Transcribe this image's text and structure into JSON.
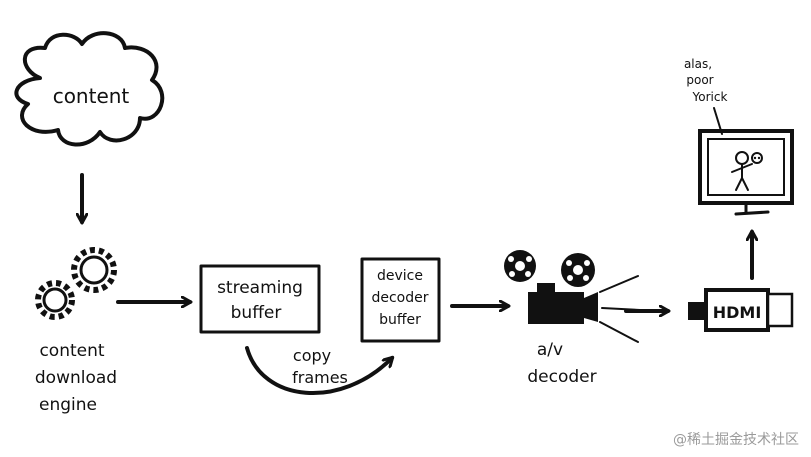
{
  "nodes": {
    "content": "content",
    "engine": [
      "content",
      "download",
      "engine"
    ],
    "streaming_buffer": [
      "streaming",
      "buffer"
    ],
    "device_buffer": [
      "device",
      "decoder",
      "buffer"
    ],
    "decoder": [
      "a/v",
      "decoder"
    ],
    "hdmi": "HDMI",
    "tv_caption": [
      "alas,",
      "poor",
      "Yorick"
    ]
  },
  "edges": {
    "copy_frames": [
      "copy",
      "frames"
    ]
  },
  "watermark": "@稀土掘金技术社区",
  "colors": {
    "ink": "#111111",
    "watermark": "#9a9a9a"
  }
}
